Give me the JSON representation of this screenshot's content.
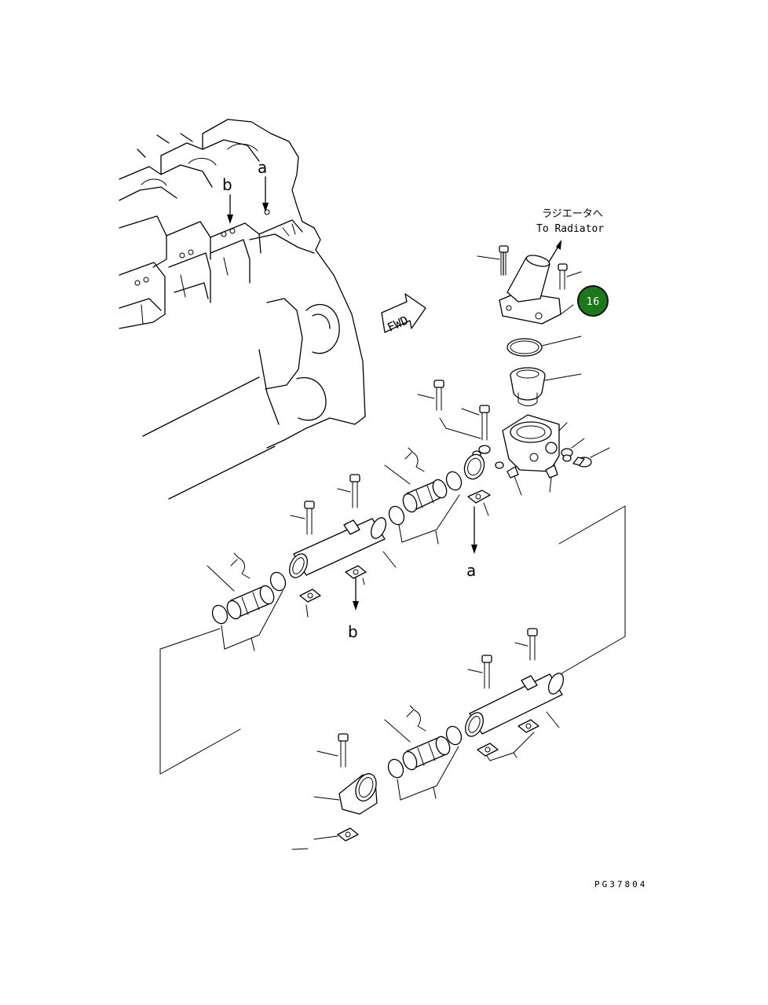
{
  "diagram": {
    "ref_a": "a",
    "ref_b": "b",
    "fwd_label": "FWD",
    "radiator_jp": "ラジエータへ",
    "radiator_en": "To Radiator",
    "callout_number": "16",
    "callout_color": "#1a7a1a",
    "drawing_code": "PG37804"
  }
}
